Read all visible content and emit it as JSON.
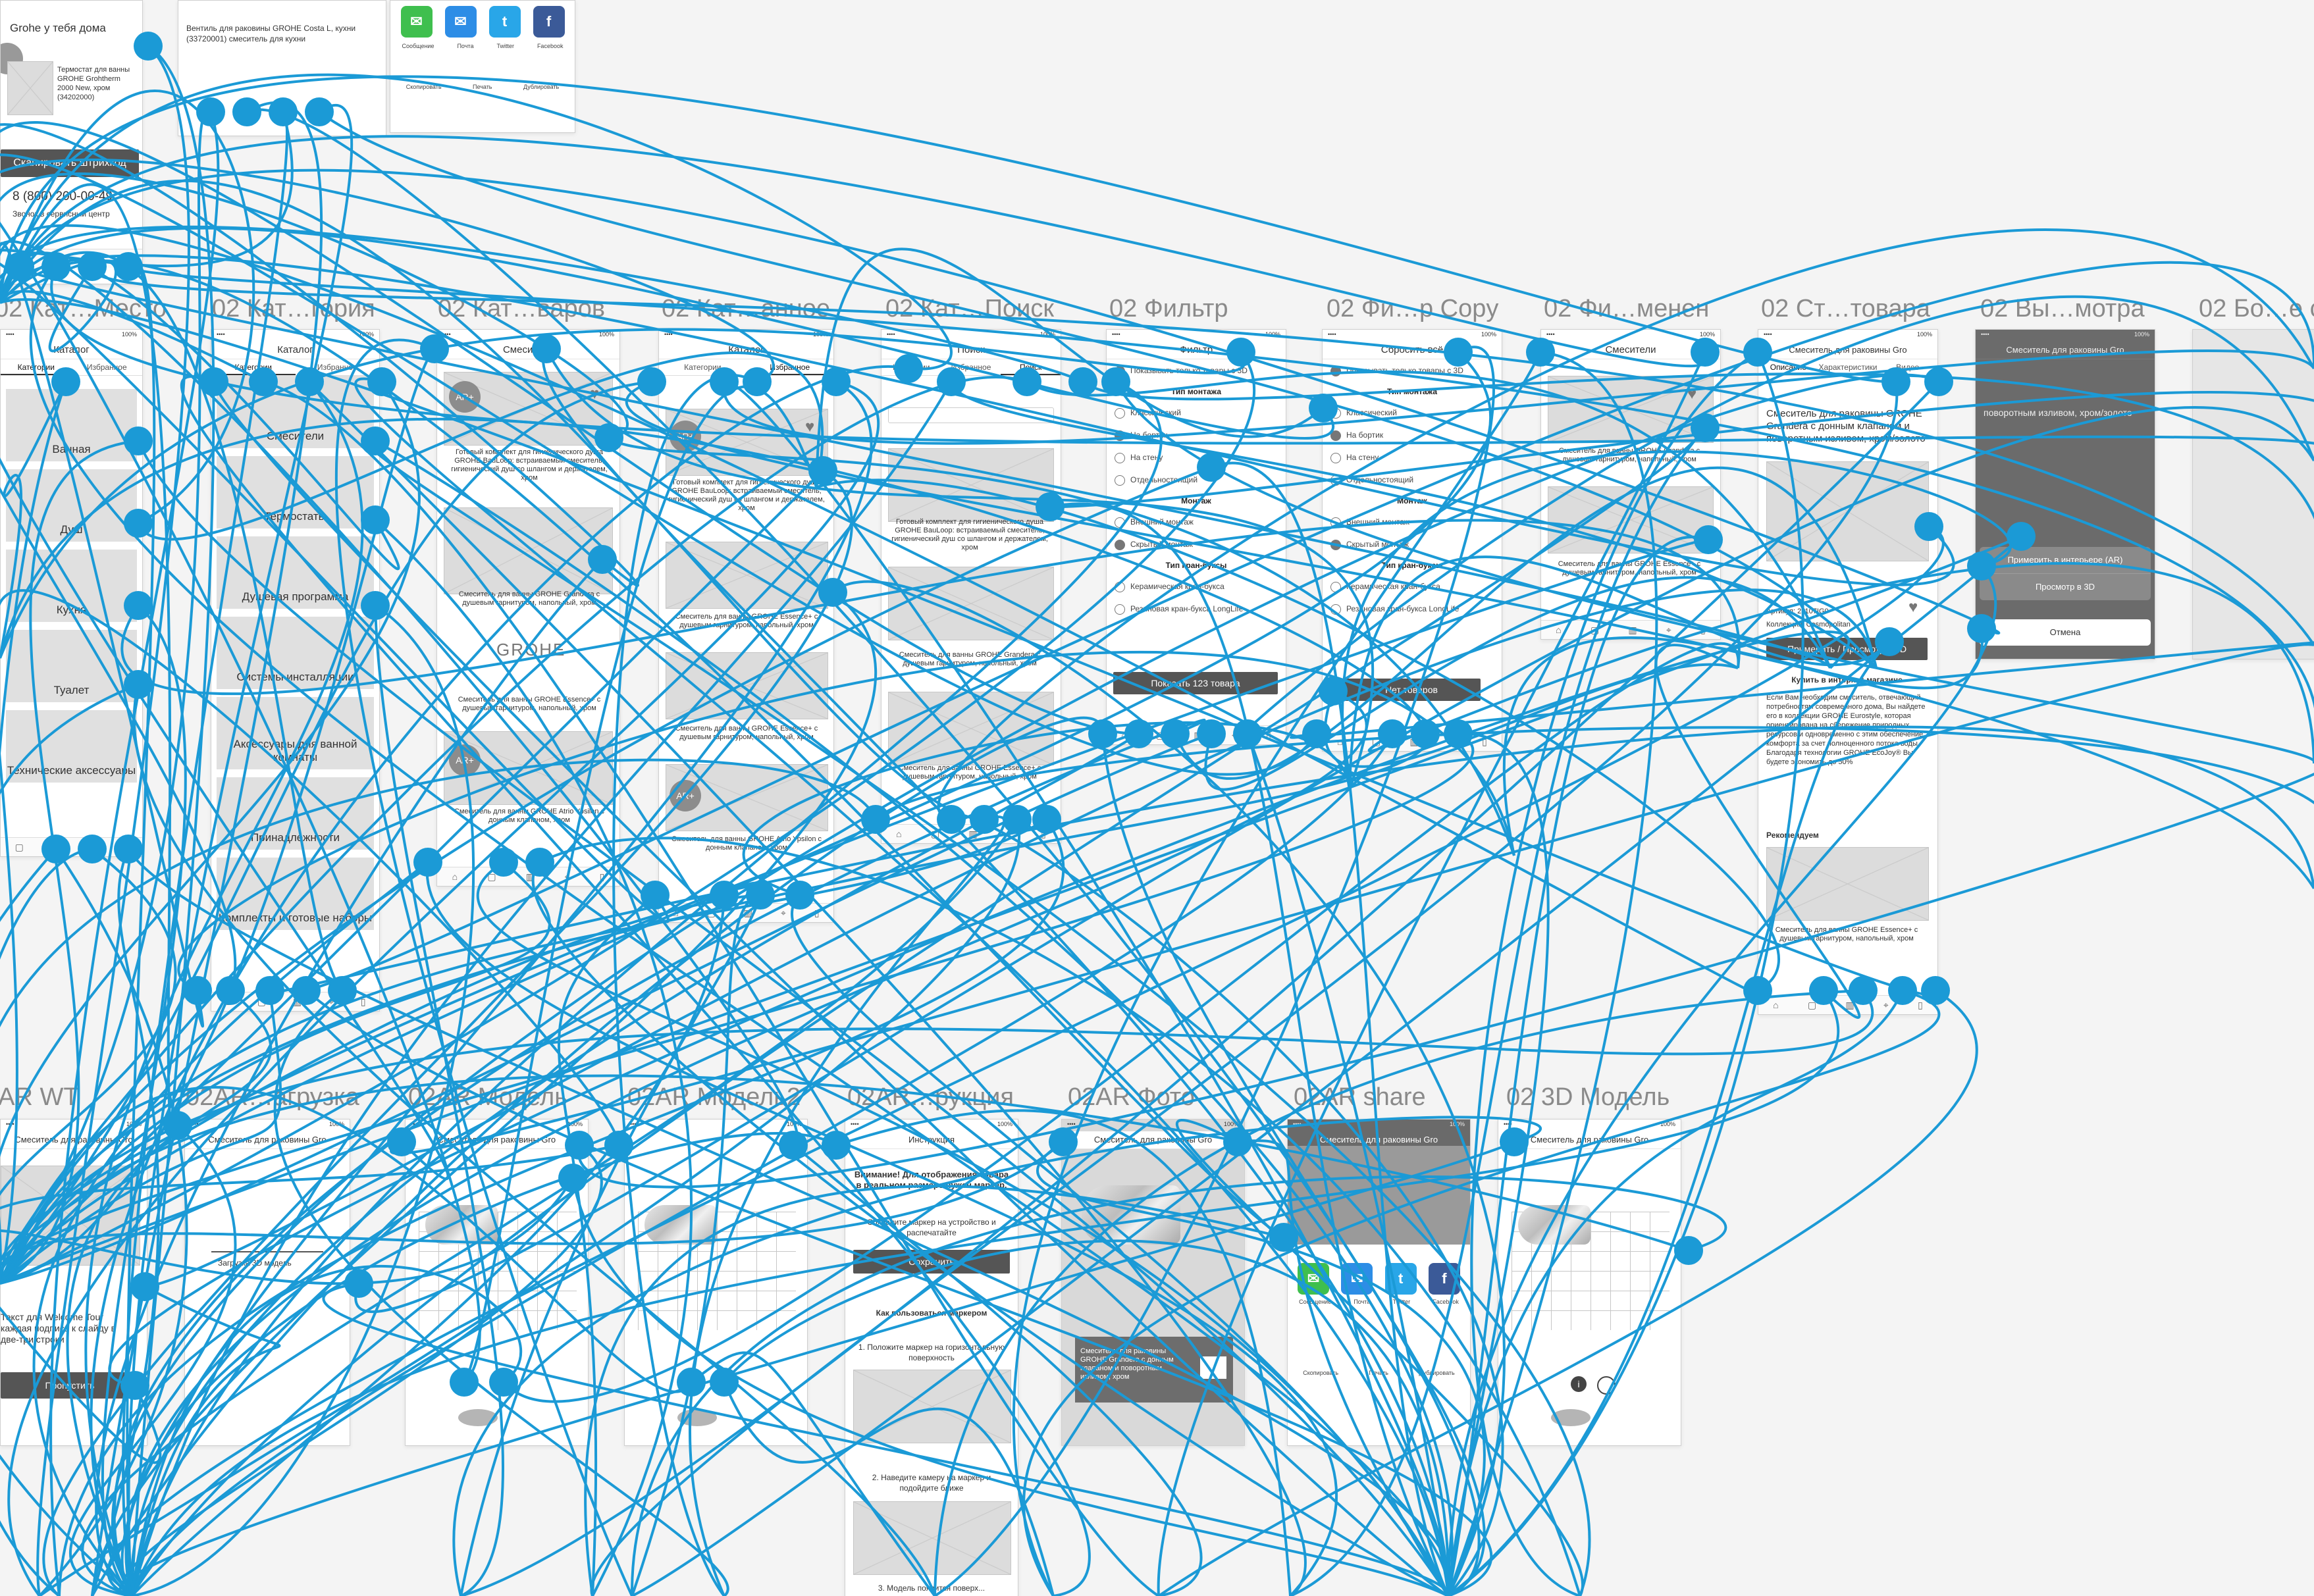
{
  "palette": {
    "wire": "#1b9ad6",
    "canvas_bg": "#f4f4f4",
    "wireframe_gray": "#555555"
  },
  "row1_labels": [
    "02 Кат…Место",
    "02 Кат…гория",
    "02 Кат…варов",
    "02 Кат…анное",
    "02 Кат…Поиск",
    "02 Фильтр",
    "02 Фи…р Copy",
    "02 Фи…менен",
    "02 Ст…товара",
    "02 Вы…мотра",
    "02 Бо…е с"
  ],
  "row2_labels": [
    "2AR WT",
    "02AR…агрузка",
    "02AR Модель",
    "02AR Модель2",
    "02AR…рукция",
    "02AR Фото",
    "02AR share",
    "02 3D Модель"
  ],
  "top": {
    "home_title": "Grohe у тебя дома",
    "thermostat": "Термостат для ванны GROHE Grohtherm 2000 New, хром (34202000)",
    "scan_button": "Сканировать штрихкод",
    "phone": "8 (800) 200-00-49",
    "phone_sub": "Звонок в сервисный центр",
    "cart_item": "Вентиль для раковины GROHE Costa L, кухни (33720001) смеситель для кухни",
    "share_labels": [
      "Сообщение",
      "Почта",
      "Twitter",
      "Facebook"
    ],
    "share_actions": [
      "Скопировать",
      "Печать",
      "Дублировать"
    ]
  },
  "cat_place": {
    "header": "Каталог",
    "tabs": [
      "Категории",
      "Избранное"
    ],
    "items": [
      "Ванная",
      "Душ",
      "Кухня",
      "Туалет",
      "Технические аксессуары"
    ]
  },
  "cat_category": {
    "header": "Каталог",
    "tabs": [
      "Категории",
      "Избранное"
    ],
    "items": [
      "Смесители",
      "Термостаты",
      "Душевая программа",
      "Системы инсталляции",
      "Аксессуары для ванной комнаты",
      "Принадлежности",
      "Комплекты и готовые наборы"
    ]
  },
  "cat_goods": {
    "header": "Смесители",
    "items": [
      "Готовый комплект для гигиенического душа GROHE BauLoop: встраиваемый смеситель, гигиенический душ со шлангом и держателем, хром",
      "Смеситель для ванны GROHE Grandera с душевым гарнитуром, напольный, хром",
      "Смеситель для ванны GROHE Essence+ с душевым гарнитуром, напольный, хром",
      "Смеситель для ванны GROHE Atrio Ypsilon с донным клапаном, хром"
    ],
    "brand": "GROHE",
    "ar_badge": "AR+"
  },
  "cat_fav": {
    "header": "Каталог",
    "tabs": [
      "Категории",
      "Избранное"
    ],
    "items": [
      "Готовый комплект для гигиенического душа GROHE BauLoop: встраиваемый смеситель, гигиенический душ со шлангом и держателем, хром",
      "Смеситель для ванны GROHE Essence+ с душевым гарнитуром, напольный, хром",
      "Смеситель для ванны GROHE Essence+ с душевым гарнитуром, напольный, хром",
      "Смеситель для ванны GROHE Atrio Ypsilon с донным клапаном, хром"
    ]
  },
  "cat_search": {
    "header": "Поиск",
    "tabs": [
      "Категории",
      "Избранное",
      "Поиск"
    ],
    "items": [
      "Готовый комплект для гигиенического душа GROHE BauLoop: встраиваемый смеситель, гигиенический душ со шлангом и держателем, хром",
      "Смеситель для ванны GROHE Grandera с душевым гарнитуром, напольный, хром",
      "Смеситель для ванны GROHE Essence+ с душевым гарнитуром, напольный, хром"
    ]
  },
  "filter": {
    "header": "Фильтр",
    "reset": "Сбросить всё",
    "show_3d": "Показывать только товары с 3D",
    "montage_title": "Тип монтажа",
    "montage": [
      "Классический",
      "На бортик",
      "На стену",
      "Отдельностоящий"
    ],
    "mount_title": "Монтаж",
    "mount": [
      "Внешний монтаж",
      "Скрытый монтаж"
    ],
    "crane_title": "Тип кран-буксы",
    "crane": [
      "Керамическая кран-букса",
      "Резиновая кран-букса LongLife"
    ],
    "show_button": "Показать 123 товара",
    "none_button": "Нет товаров"
  },
  "filter_applied": {
    "header": "Смесители",
    "items": [
      "Смеситель для ванны GROHE Grandera с душевым гарнитуром, напольный, хром",
      "Смеситель для ванны GROHE Essence+ с душевым гарнитуром, напольный, хром"
    ]
  },
  "product": {
    "header": "Смеситель для раковины Gro",
    "tabs": [
      "Описание",
      "Характеристики",
      "Видео"
    ],
    "title": "Смеситель для раковины GROHE Grandera с донным клапаном и поворотным изливом, хром/золото",
    "sku": "Артикул: 21107IG0",
    "collection": "Коллекция: Cosmopolitan",
    "ar_button": "Примерить / Просмотр в 3D",
    "buy": "Купить в интернет-магазине",
    "description": "Если Вам необходим смеситель, отвечающий потребностям современного дома, Вы найдете его в коллекции GROHE Eurostyle, которая ориентирована на сбережение природных ресурсов и одновременно с этим обеспечение комфорта за счет полноценного потока воды. Благодаря технологии GROHE EcoJoy® Вы будете экономить до 50%",
    "recommend": "Рекомендуем",
    "rec_item": "Смеситель для ванны GROHE Essence+ с душевым гарнитуром, напольный, хром"
  },
  "view_select": {
    "header": "Смеситель для раковины Gro",
    "title": "поворотным изливом, хром/золото",
    "opt1": "Примерить в интерьере (AR)",
    "opt2": "Просмотр в 3D",
    "cancel": "Отмена"
  },
  "ar_wt": {
    "header": "Смеситель для раковины Gro",
    "text": "Текст для Welcome Tour каждая подпись к слайду в две-три строки",
    "button": "Пропустить"
  },
  "ar_load": {
    "header": "Смеситель для раковины Gro",
    "text": "Загрузка 3D модель"
  },
  "ar_model": {
    "header": "Смеситель для раковины Gro"
  },
  "ar_instr": {
    "header": "Инструкция",
    "attention": "Внимание! Для отображения товара в реальном размере нужен маркер.",
    "save_hint": "Сохраните маркер на устройство и распечатайте",
    "save_button": "Сохранить",
    "howto": "Как пользоваться маркером",
    "step1": "1. Положите маркер на горизонтальную поверхность",
    "step2": "2. Наведите камеру на маркер и подойдите ближе",
    "step3": "3. Модель появится поверх..."
  },
  "ar_photo": {
    "header": "Смеситель для раковины Gro",
    "caption": "Смеситель для раковины GROHE Grandera с донным клапаном и поворотным изливом, хром"
  },
  "ar_share": {
    "header": "Смеситель для раковины Gro"
  },
  "model_3d": {
    "header": "Смеситель для раковины Gro"
  }
}
